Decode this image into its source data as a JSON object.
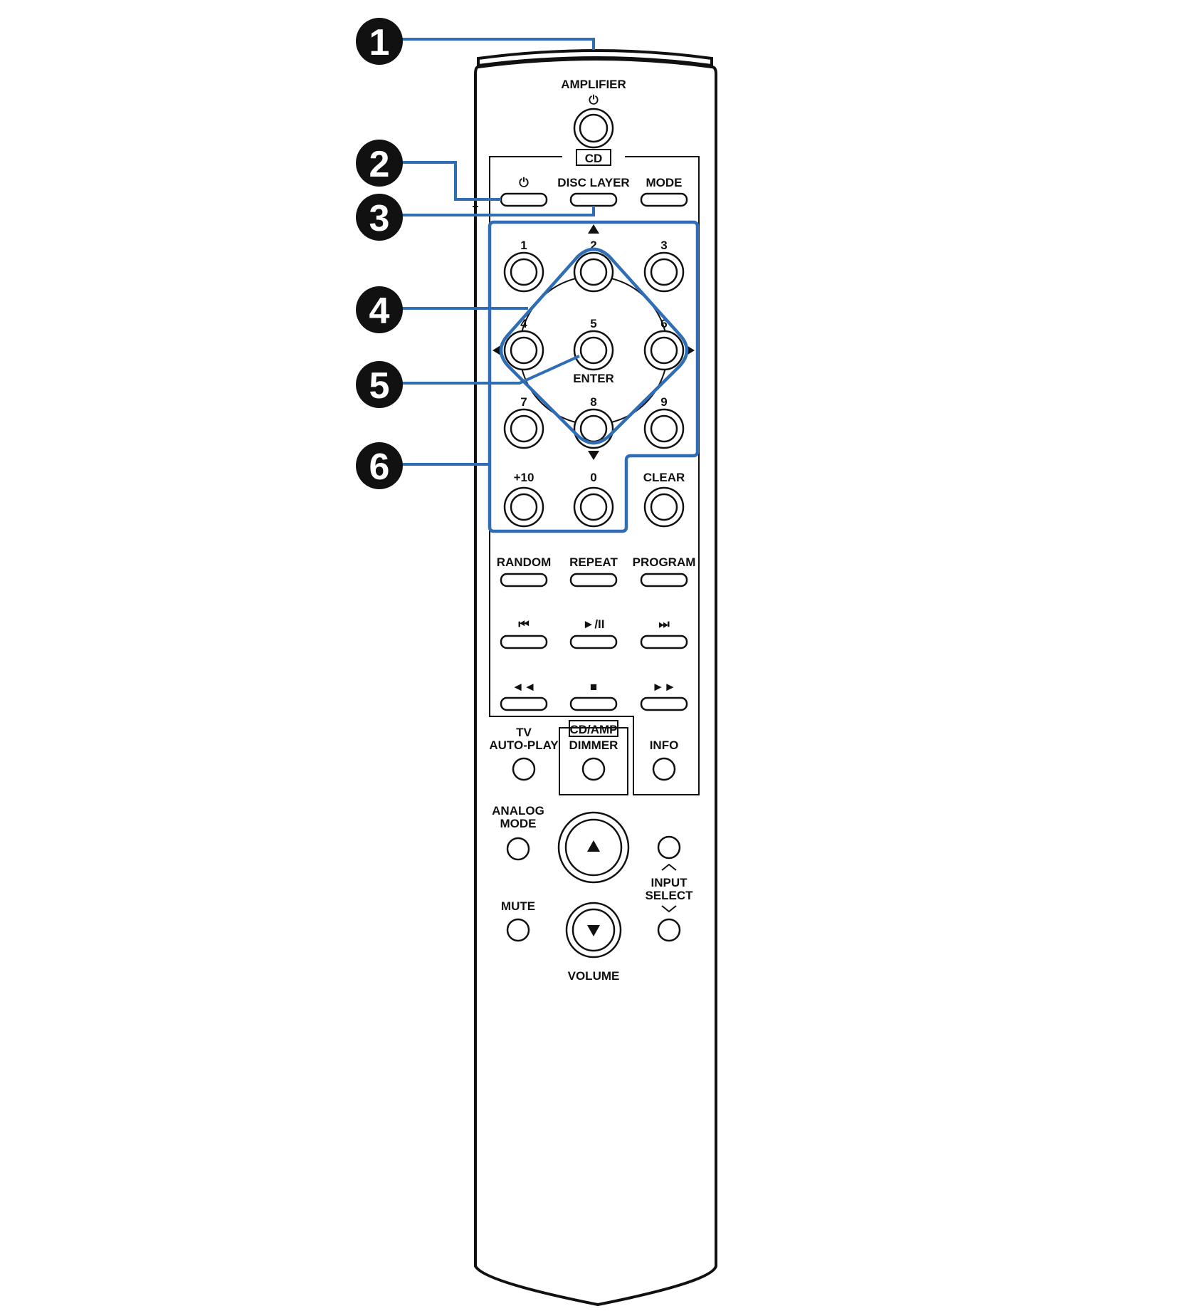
{
  "colors": {
    "outline": "#111111",
    "callout_line": "#2f6db5",
    "callout_badge": "#111111",
    "background": "#ffffff"
  },
  "callouts": [
    "1",
    "2",
    "3",
    "4",
    "5",
    "6"
  ],
  "labels": {
    "amplifier": "AMPLIFIER",
    "power_symbol": "⏻",
    "cd": "CD",
    "cd_power": "⏻",
    "disc_layer": "DISC LAYER",
    "mode": "MODE",
    "num1": "1",
    "num2": "2",
    "num3": "3",
    "num4": "4",
    "num5": "5",
    "num6": "6",
    "num7": "7",
    "num8": "8",
    "num9": "9",
    "plus10": "+10",
    "num0": "0",
    "clear": "CLEAR",
    "enter": "ENTER",
    "random": "RANDOM",
    "repeat": "REPEAT",
    "program": "PROGRAM",
    "prev": "⏮",
    "play_pause": "►/II",
    "next": "⏭",
    "rewind": "◄◄",
    "stop": "■",
    "forward": "►►",
    "tv": "TV",
    "auto_play": "AUTO-PLAY",
    "cd_amp": "CD/AMP",
    "dimmer": "DIMMER",
    "info": "INFO",
    "analog": "ANALOG",
    "analog_mode": "MODE",
    "mute": "MUTE",
    "volume": "VOLUME",
    "input": "INPUT",
    "select": "SELECT"
  },
  "icons": {
    "up_arrow": "arrow-up-icon",
    "down_arrow": "arrow-down-icon",
    "left_arrow": "arrow-left-icon",
    "right_arrow": "arrow-right-icon"
  }
}
